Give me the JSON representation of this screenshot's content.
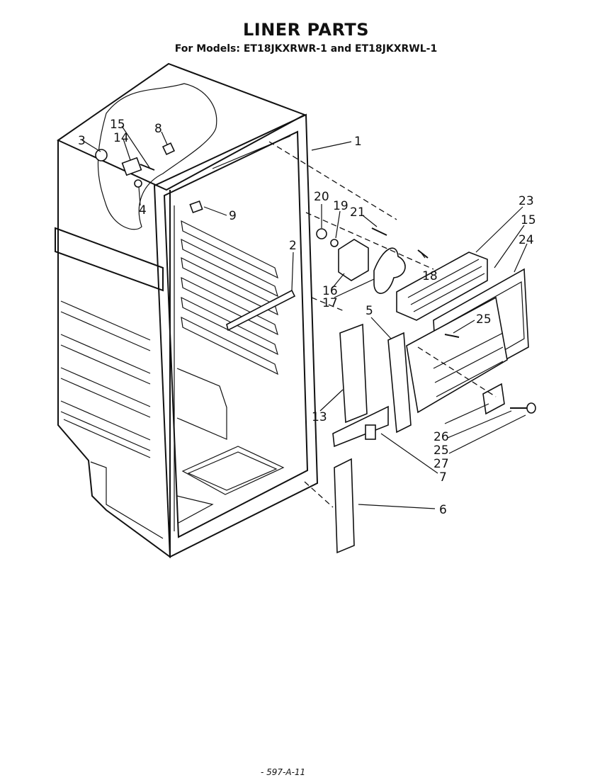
{
  "header": {
    "title": "LINER PARTS",
    "subtitle": "For Models: ET18JKXRWR-1 and ET18JKXRWL-1"
  },
  "callouts": {
    "c1": "1",
    "c2": "2",
    "c3": "3",
    "c4": "4",
    "c5": "5",
    "c6": "6",
    "c7": "7",
    "c8": "8",
    "c9": "9",
    "c13": "13",
    "c14": "14",
    "c15a": "15",
    "c15b": "15",
    "c16": "16",
    "c17": "17",
    "c18": "18",
    "c19": "19",
    "c20": "20",
    "c21": "21",
    "c23": "23",
    "c24": "24",
    "c25a": "25",
    "c25b": "25",
    "c26": "26",
    "c27": "27"
  },
  "footer": {
    "code": "- 597-A-11"
  }
}
